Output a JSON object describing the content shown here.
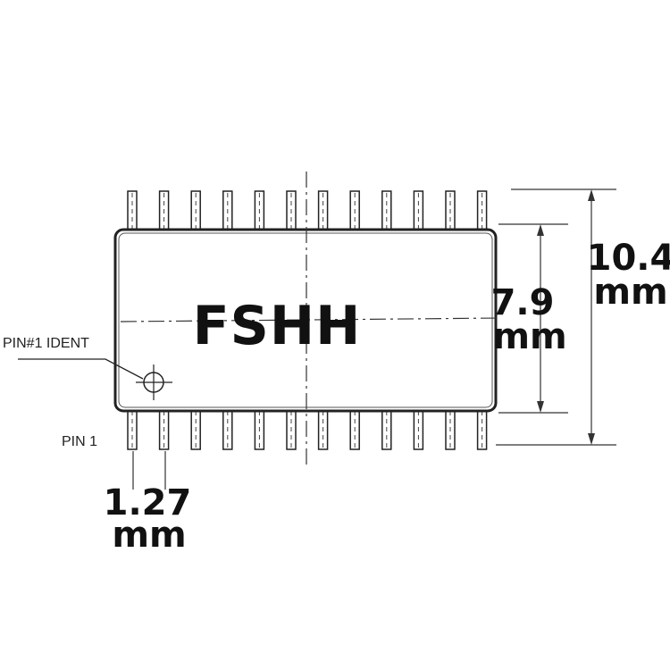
{
  "package": {
    "marking": "FSHH",
    "pins_per_side": 12
  },
  "labels": {
    "pin1_ident": "PIN#1 IDENT",
    "pin1": "PIN 1"
  },
  "dimensions": {
    "body_width": {
      "value": "7.9",
      "unit": "mm"
    },
    "overall_width": {
      "value": "10.4",
      "unit": "mm"
    },
    "pin_pitch": {
      "value": "1.27",
      "unit": "mm"
    }
  },
  "colors": {
    "ink": "#111111",
    "line": "#333333",
    "background": "#ffffff"
  }
}
